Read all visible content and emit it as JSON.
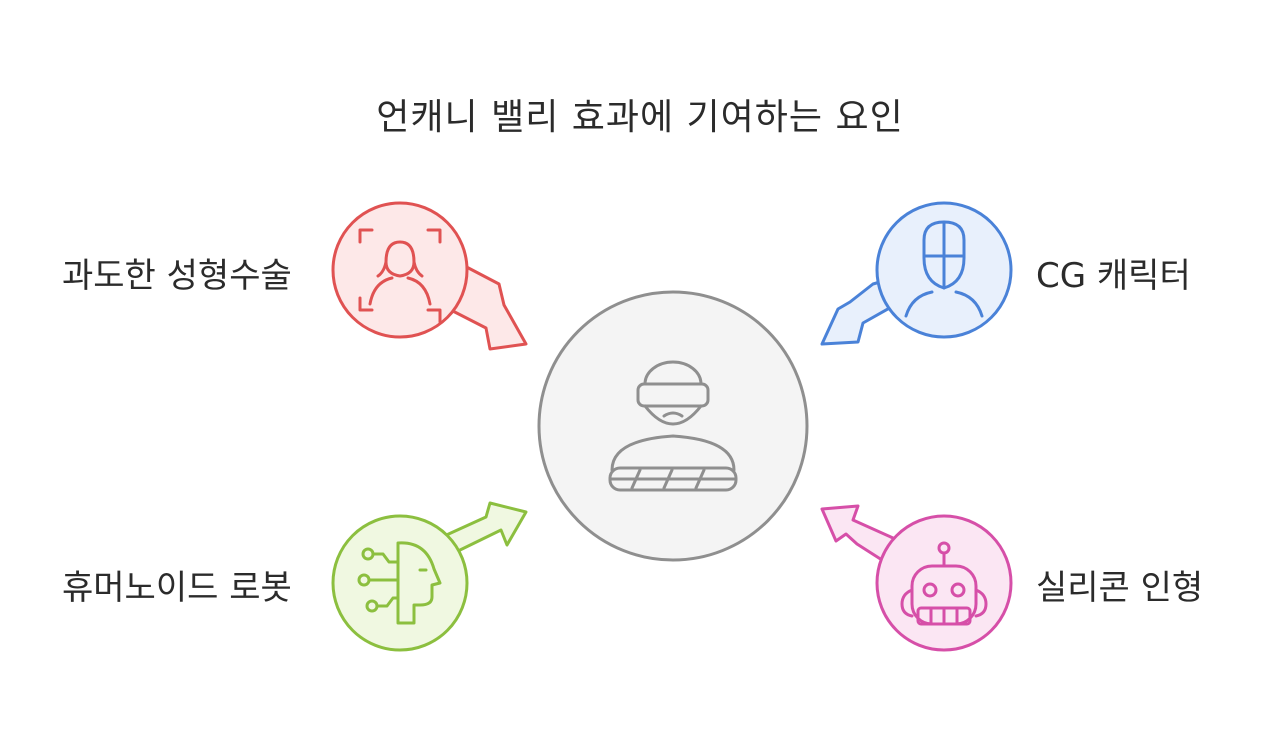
{
  "title": "언캐니 밸리 효과에 기여하는 요인",
  "center": {
    "icon": "blindfolded-figure-icon"
  },
  "factors": [
    {
      "label": "과도한 성형수술",
      "icon": "face-scan-person-icon",
      "color": "#e05252",
      "fill": "#fde8e8"
    },
    {
      "label": "CG 캐릭터",
      "icon": "masked-person-icon",
      "color": "#4a82d8",
      "fill": "#e8f0fc"
    },
    {
      "label": "휴머노이드 로봇",
      "icon": "ai-head-circuit-icon",
      "color": "#8cbf3f",
      "fill": "#f0f8e1"
    },
    {
      "label": "실리콘 인형",
      "icon": "robot-head-icon",
      "color": "#d64fa8",
      "fill": "#fbe6f3"
    }
  ],
  "colors": {
    "center_stroke": "#8f8f8f",
    "center_fill": "#f4f4f4",
    "text": "#2b2b2b"
  }
}
